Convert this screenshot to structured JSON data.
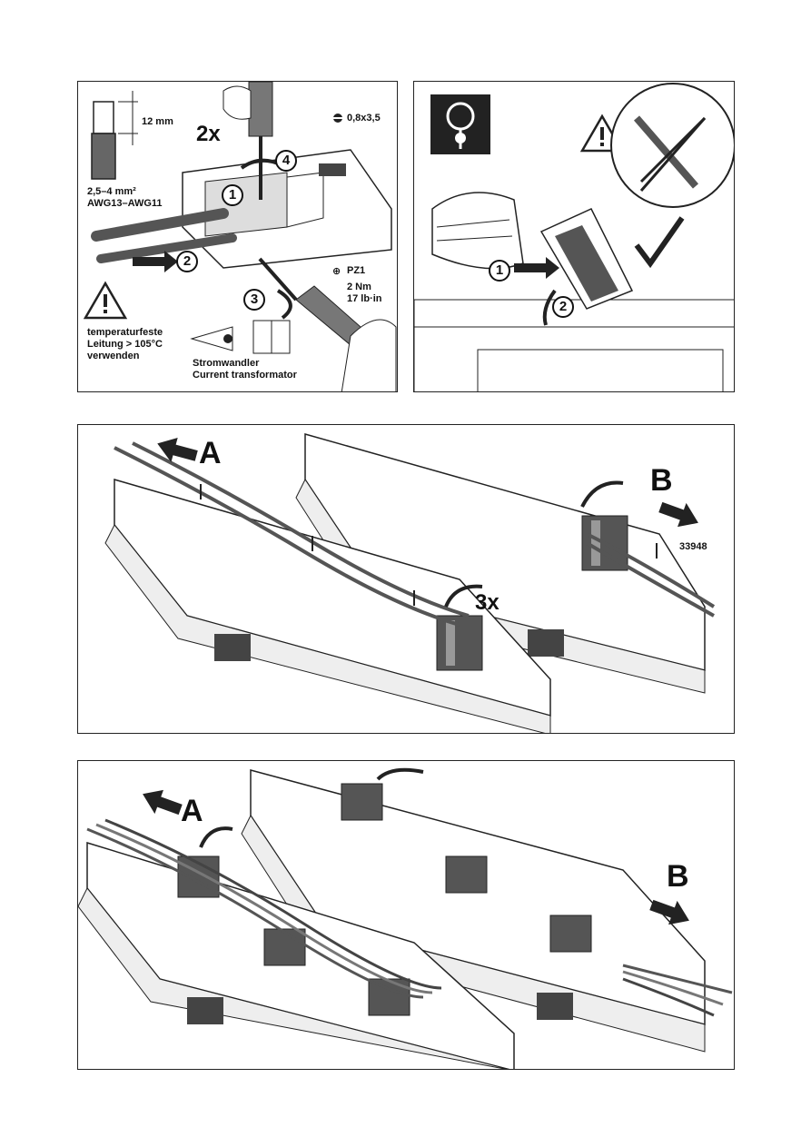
{
  "panel1": {
    "multiplier": "2x",
    "strip_length": "12 mm",
    "slot_screwdriver": "0,8x3,5",
    "wire_size_line1": "2,5–4 mm²",
    "wire_size_line2": "AWG13–AWG11",
    "pozidriv": "PZ1",
    "torque_nm": "2 Nm",
    "torque_lbin": "17 lb·in",
    "warning_line1": "temperaturfeste",
    "warning_line2": "Leitung > 105°C",
    "warning_line3": "verwenden",
    "ref_line1": "Stromwandler",
    "ref_line2": "Current transformator",
    "steps": [
      "1",
      "2",
      "3",
      "4"
    ]
  },
  "panel2": {
    "steps": [
      "1",
      "2"
    ]
  },
  "panel3": {
    "label_a": "A",
    "label_b": "B",
    "multiplier": "3x",
    "part_number": "33948"
  },
  "panel4": {
    "label_a": "A",
    "label_b": "B"
  },
  "colors": {
    "line": "#222222",
    "grey": "#777777",
    "light": "#bfbfbf",
    "dark": "#333333"
  }
}
